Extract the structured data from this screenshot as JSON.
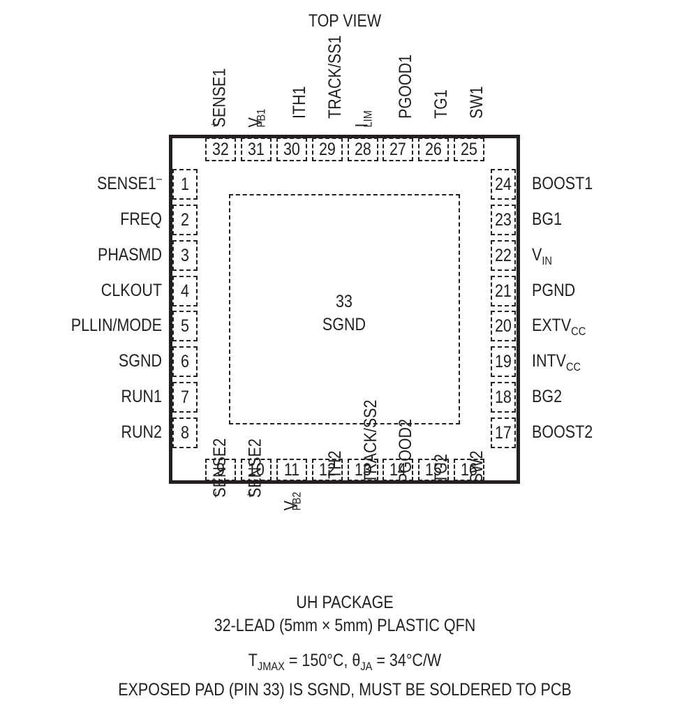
{
  "header": {
    "view_label": "TOP VIEW"
  },
  "center_pad": {
    "number": "33",
    "name": "SGND"
  },
  "pins": {
    "left": [
      {
        "num": "1",
        "main": "SENSE1",
        "sup": "–"
      },
      {
        "num": "2",
        "main": "FREQ"
      },
      {
        "num": "3",
        "main": "PHASMD"
      },
      {
        "num": "4",
        "main": "CLKOUT"
      },
      {
        "num": "5",
        "main": "PLLIN/MODE"
      },
      {
        "num": "6",
        "main": "SGND"
      },
      {
        "num": "7",
        "main": "RUN1"
      },
      {
        "num": "8",
        "main": "RUN2"
      }
    ],
    "bottom": [
      {
        "num": "9",
        "main": "SENSE2",
        "sup": "–"
      },
      {
        "num": "10",
        "main": "SENSE2",
        "sup": "+"
      },
      {
        "num": "11",
        "main": "V",
        "sub": "FB2"
      },
      {
        "num": "12",
        "main": "ITH2"
      },
      {
        "num": "13",
        "main": "TRACK/SS2"
      },
      {
        "num": "14",
        "main": "PGOOD2"
      },
      {
        "num": "15",
        "main": "TG2"
      },
      {
        "num": "16",
        "main": "SW2"
      }
    ],
    "right": [
      {
        "num": "17",
        "main": "BOOST2"
      },
      {
        "num": "18",
        "main": "BG2"
      },
      {
        "num": "19",
        "main": "INTV",
        "sub": "CC"
      },
      {
        "num": "20",
        "main": "EXTV",
        "sub": "CC"
      },
      {
        "num": "21",
        "main": "PGND"
      },
      {
        "num": "22",
        "main": "V",
        "sub": "IN"
      },
      {
        "num": "23",
        "main": "BG1"
      },
      {
        "num": "24",
        "main": "BOOST1"
      }
    ],
    "top": [
      {
        "num": "25",
        "main": "SW1"
      },
      {
        "num": "26",
        "main": "TG1"
      },
      {
        "num": "27",
        "main": "PGOOD1"
      },
      {
        "num": "28",
        "main": "I",
        "sub": "LIM"
      },
      {
        "num": "29",
        "main": "TRACK/SS1"
      },
      {
        "num": "30",
        "main": "ITH1"
      },
      {
        "num": "31",
        "main": "V",
        "sub": "FB1"
      },
      {
        "num": "32",
        "main": "SENSE1",
        "sup": "+"
      }
    ]
  },
  "footer": {
    "package_line1": "UH PACKAGE",
    "package_line2": "32-LEAD (5mm × 5mm) PLASTIC QFN",
    "thermal": {
      "t_main": "T",
      "t_sub": "JMAX",
      "t_rest": " = 150°C, θ",
      "theta_sub": "JA",
      "theta_rest": " = 34°C/W"
    },
    "exposed_pad_note": "EXPOSED PAD (PIN 33) IS SGND, MUST BE SOLDERED TO PCB"
  }
}
